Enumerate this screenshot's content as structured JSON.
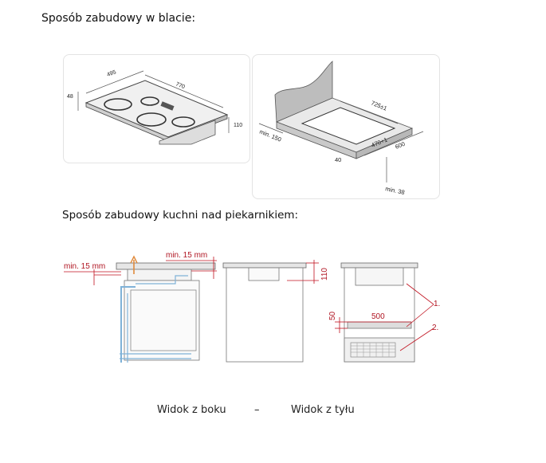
{
  "heading_countertop": "Sposób zabudowy w blacie:",
  "heading_oven": "Sposób zabudowy kuchni nad piekarnikiem:",
  "countertop_hob": {
    "d_495": "495",
    "d_770": "770",
    "d_48": "48",
    "d_110": "110"
  },
  "countertop_cutout": {
    "d_725": "725±1",
    "d_470": "470+1",
    "d_600": "600",
    "d_min150": "min. 150",
    "d_40": "40",
    "d_min38": "min. 38"
  },
  "oven_side": {
    "min15_left": "min. 15 mm",
    "min15_top": "min. 15 mm",
    "d_110": "110"
  },
  "oven_back": {
    "d_50": "50",
    "d_500": "500",
    "label_1": "1.",
    "label_2": "2."
  },
  "captions": {
    "side": "Widok z boku",
    "dash": "–",
    "back": "Widok z tyłu"
  },
  "colors": {
    "accent_red": "#c1121f",
    "air_blue": "#7fb2d8",
    "air_orange": "#e08a3c"
  }
}
